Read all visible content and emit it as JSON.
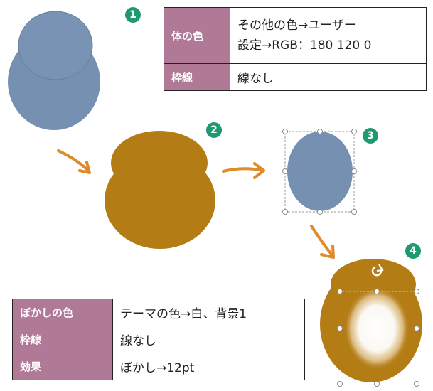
{
  "steps": {
    "s1": "1",
    "s2": "2",
    "s3": "3",
    "s4": "4"
  },
  "top_table": {
    "row1_key": "体の色",
    "row1_val_line1": "その他の色→ユーザー",
    "row1_val_line2": "設定→RGB：180 120 0",
    "row2_key": "枠線",
    "row2_val": "線なし"
  },
  "bottom_table": {
    "row1_key": "ぼかしの色",
    "row1_val": "テーマの色→白、背景1",
    "row2_key": "枠線",
    "row2_val": "線なし",
    "row3_key": "効果",
    "row3_val": "ぼかし→12pt"
  },
  "colors": {
    "blue_shape": "#7590b1",
    "brown_shape": "#b47c14",
    "arrow": "#e08a2a",
    "badge": "#1f9a6f",
    "table_key_bg": "#b07a97"
  },
  "icons": {
    "arrow": "curved-arrow-icon",
    "rotate": "rotate-handle-icon"
  }
}
